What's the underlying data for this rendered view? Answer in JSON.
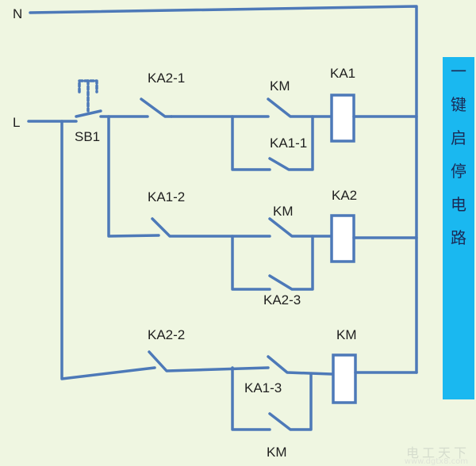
{
  "title_chars": [
    "一",
    "键",
    "启",
    "停",
    "电",
    "路"
  ],
  "labels": {
    "N": "N",
    "L": "L",
    "SB1": "SB1",
    "KA2_1": "KA2-1",
    "KM_r1": "KM",
    "KA1_coil": "KA1",
    "KA1_1": "KA1-1",
    "KA1_2": "KA1-2",
    "KM_r2": "KM",
    "KA2_coil": "KA2",
    "KA2_3": "KA2-3",
    "KA2_2": "KA2-2",
    "KM_coil": "KM",
    "KA1_3": "KA1-3",
    "KM_r3": "KM"
  },
  "watermark": "电工天下",
  "watermark_url": "www.dgtx8.com",
  "colors": {
    "wire": "#4d79b8",
    "background": "#eff6e1",
    "title_bar": "#1ab8f0"
  }
}
